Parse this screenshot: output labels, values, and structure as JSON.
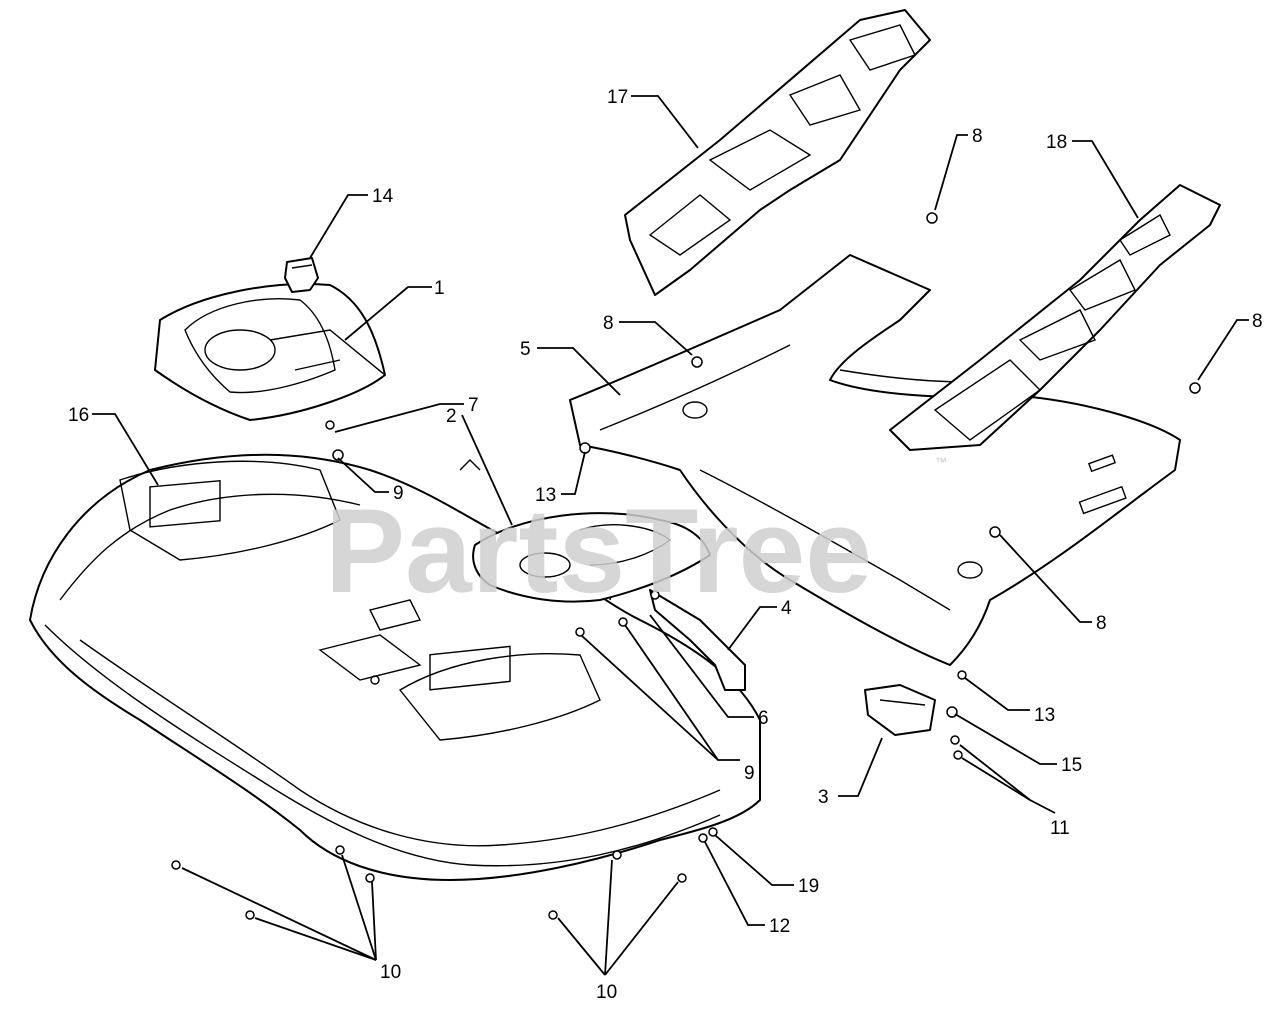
{
  "watermark": {
    "text": "PartsTree",
    "tm": "™"
  },
  "callouts": [
    {
      "label": "1"
    },
    {
      "label": "2"
    },
    {
      "label": "3"
    },
    {
      "label": "4"
    },
    {
      "label": "5"
    },
    {
      "label": "6"
    },
    {
      "label": "7"
    },
    {
      "label": "8"
    },
    {
      "label": "8"
    },
    {
      "label": "8"
    },
    {
      "label": "8"
    },
    {
      "label": "9"
    },
    {
      "label": "9"
    },
    {
      "label": "10"
    },
    {
      "label": "10"
    },
    {
      "label": "11"
    },
    {
      "label": "12"
    },
    {
      "label": "13"
    },
    {
      "label": "13"
    },
    {
      "label": "14"
    },
    {
      "label": "15"
    },
    {
      "label": "16"
    },
    {
      "label": "17"
    },
    {
      "label": "18"
    },
    {
      "label": "19"
    }
  ]
}
